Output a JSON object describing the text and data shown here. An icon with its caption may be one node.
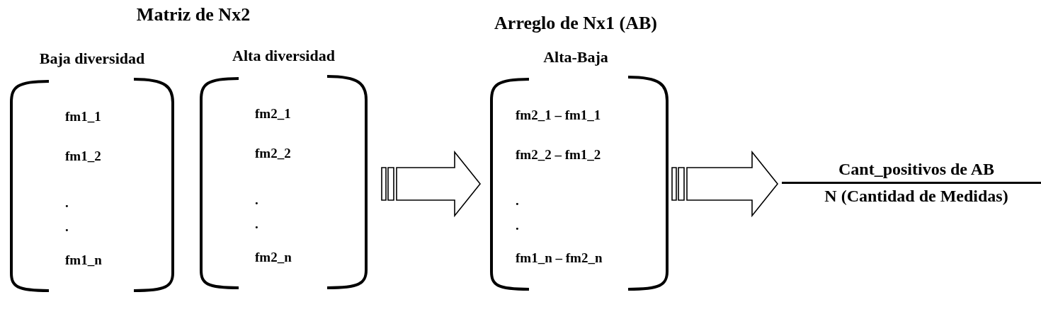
{
  "diagram": {
    "nodes": [
      {
        "text": [
          "Matriz de Nx2"
        ]
      },
      {
        "text": [
          "Baja diversidad",
          "fm1_1",
          "fm1_2",
          ".",
          ".",
          "fm1_n"
        ],
        "in": 0
      },
      {
        "text": [
          "Alta diversidad",
          "fm2_1",
          "fm2_2",
          ".",
          ".",
          "fm2_n"
        ],
        "in": 0
      },
      {
        "text": [
          "Arreglo de Nx1 (AB)",
          "Alta-Baja",
          "fm2_1 – fm1_1",
          "fm2_2 – fm1_2",
          ".",
          ".",
          "fm1_n – fm2_n"
        ]
      },
      {
        "text": [
          "Cant_positivos de AB",
          "N (Cantidad de Medidas)"
        ]
      }
    ],
    "edges": [
      {
        "from": 0,
        "to": 3,
        "arrow": "to"
      },
      {
        "from": 3,
        "to": 4,
        "arrow": "to"
      }
    ]
  }
}
